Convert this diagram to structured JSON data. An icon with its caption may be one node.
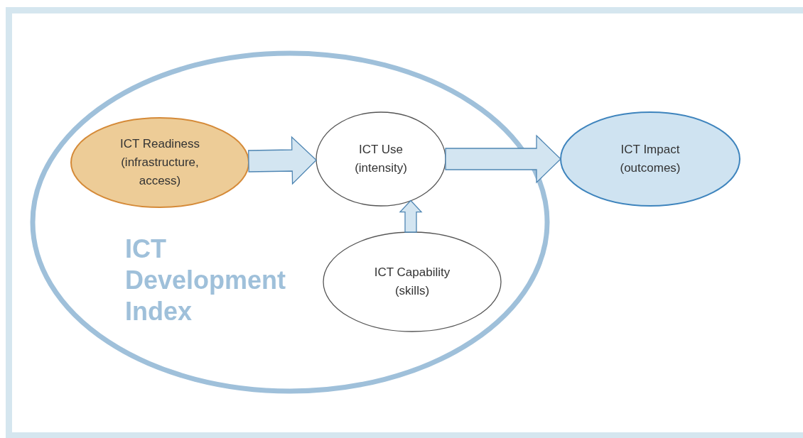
{
  "diagram": {
    "nodes": [
      {
        "text": [
          "ICT Development Index"
        ]
      },
      {
        "text": [
          "ICT Readiness (infrastructure, access)"
        ],
        "in": 0
      },
      {
        "text": [
          "ICT Use (intensity)"
        ],
        "in": 0
      },
      {
        "text": [
          "ICT Capability (skills)"
        ],
        "in": 0
      },
      {
        "text": [
          "ICT Impact (outcomes)"
        ]
      }
    ],
    "edges": [
      {
        "from": 1,
        "to": 2,
        "arrow": "to",
        "style": "thick"
      },
      {
        "from": 2,
        "to": 4,
        "arrow": "to",
        "style": "thick"
      },
      {
        "from": 3,
        "to": 2,
        "arrow": "to",
        "style": "thick"
      }
    ]
  }
}
